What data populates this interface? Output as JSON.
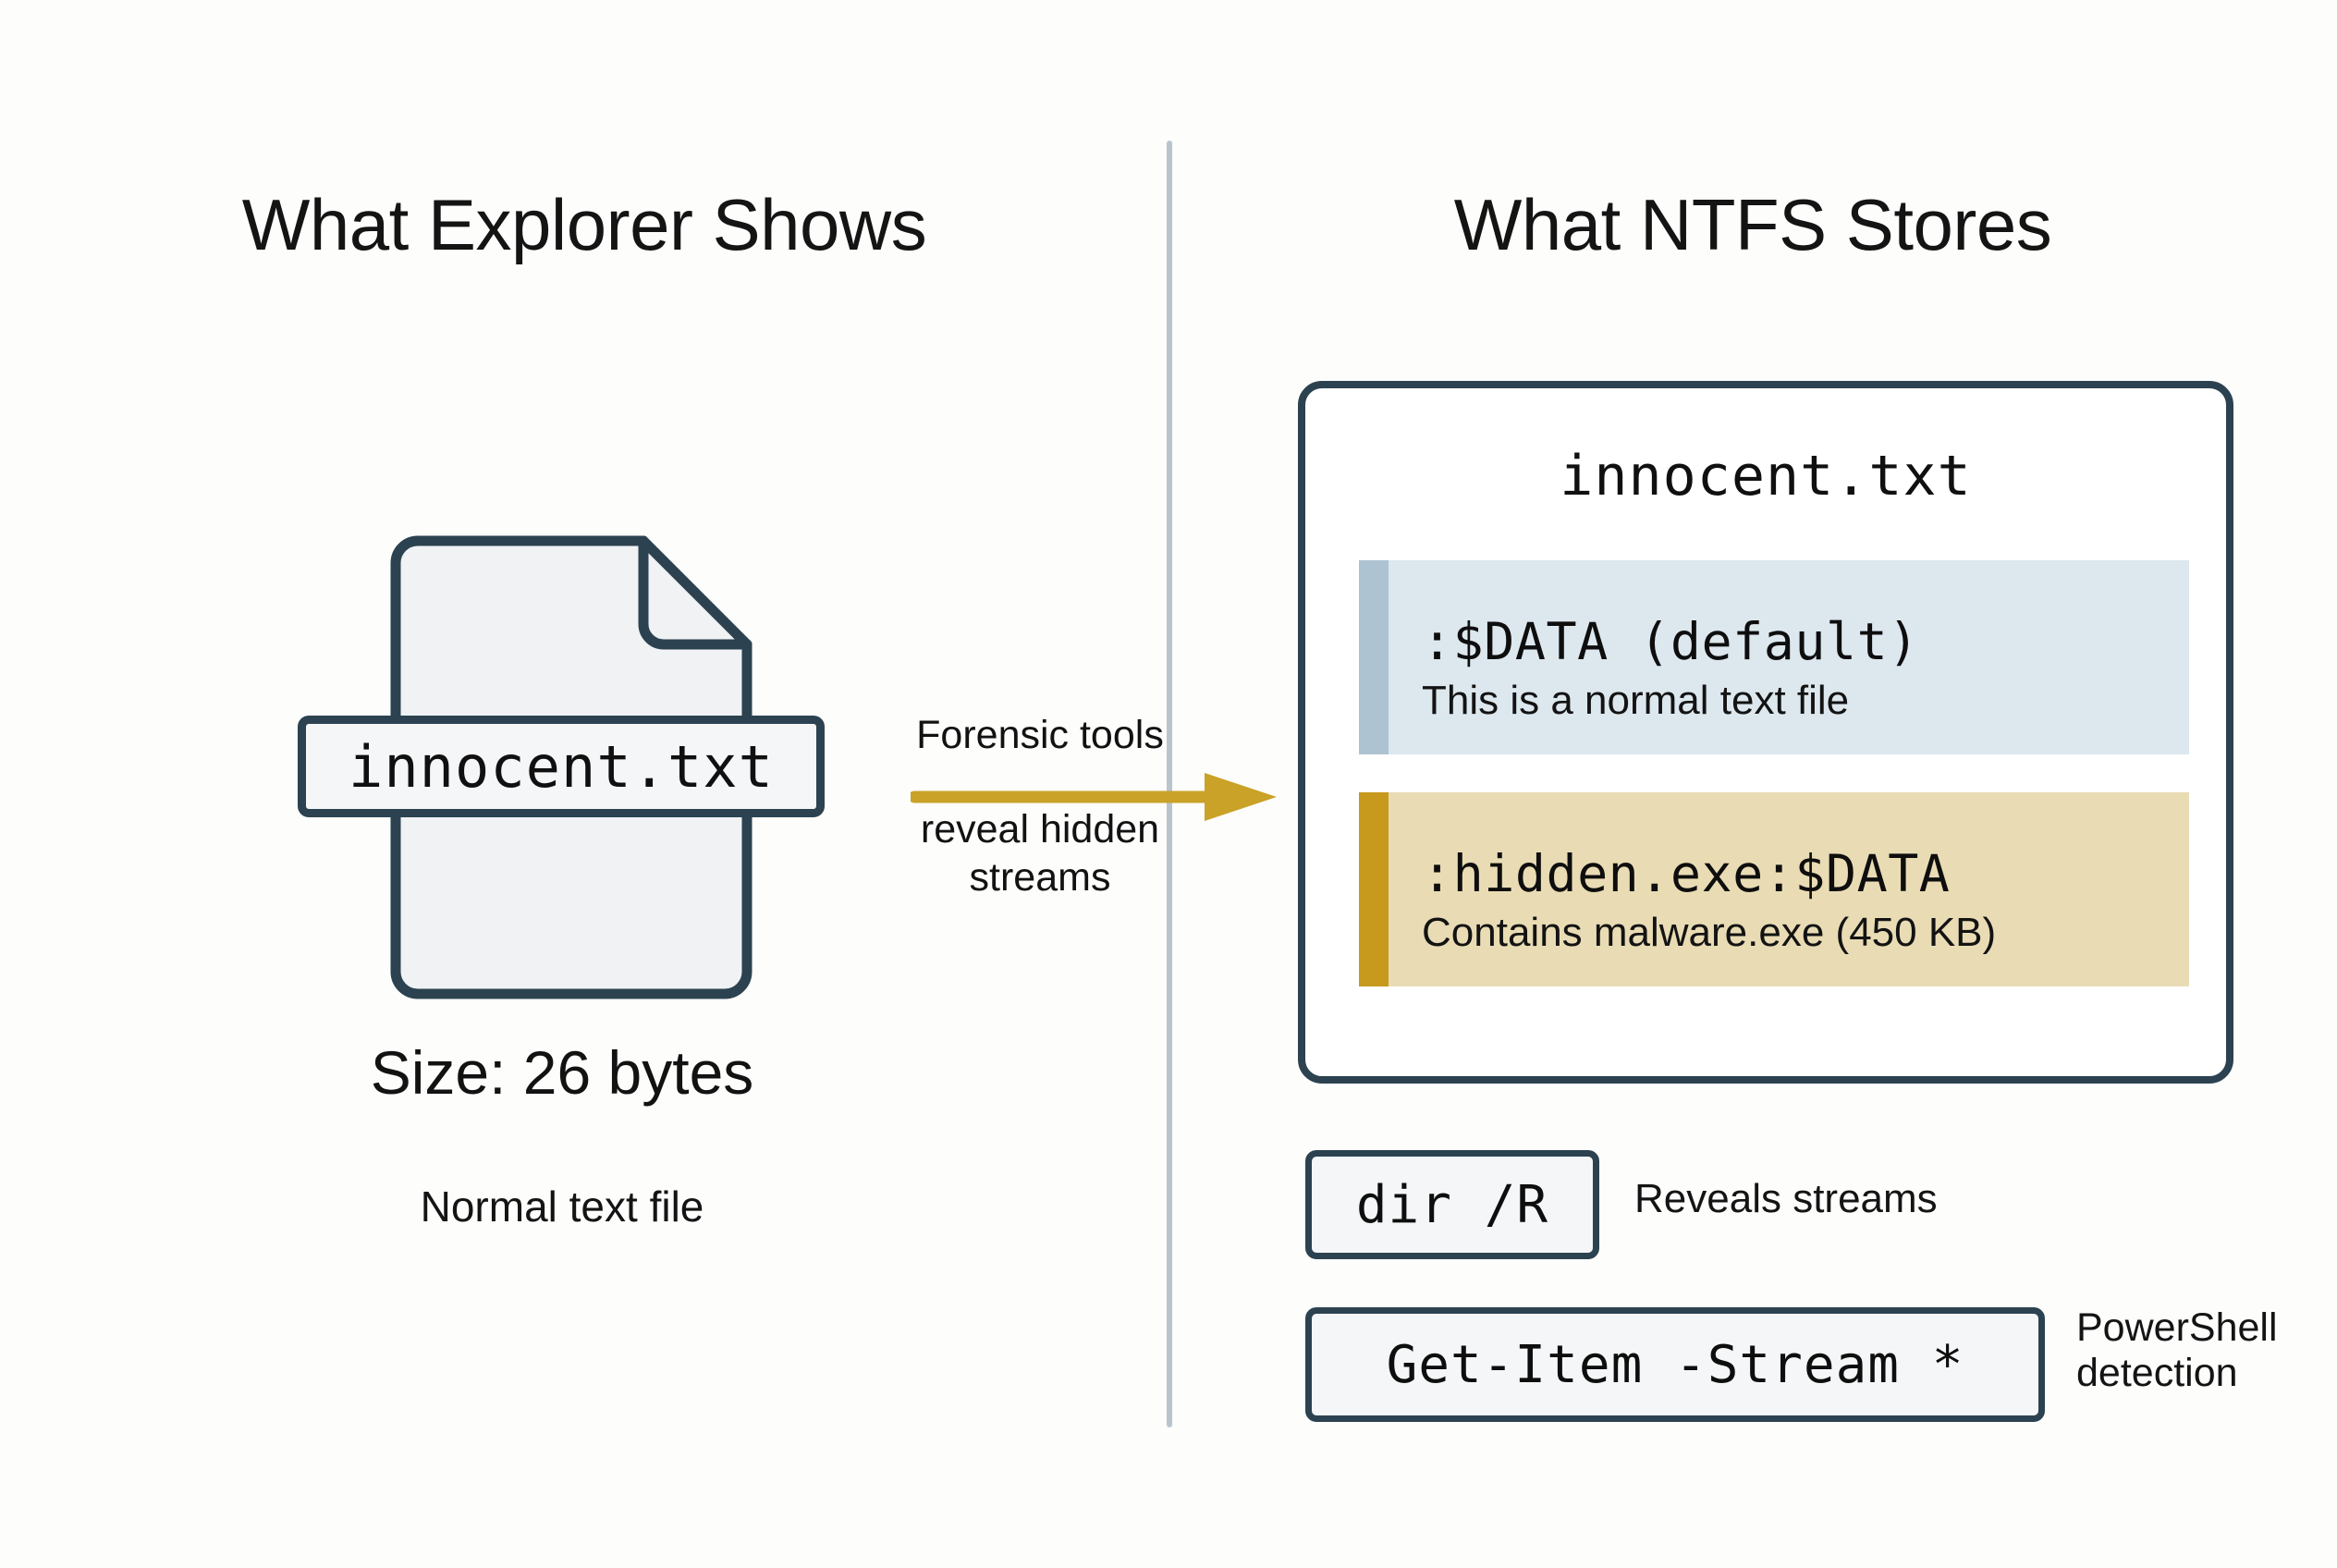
{
  "panels": {
    "left_title": "What Explorer Shows",
    "right_title": "What NTFS Stores"
  },
  "explorer": {
    "file_label": "innocent.txt",
    "size_text": "Size: 26 bytes",
    "caption": "Normal text file",
    "icon_name": "text-file-icon"
  },
  "arrow": {
    "label_top": "Forensic tools",
    "label_bottom_line1": "reveal hidden",
    "label_bottom_line2": "streams",
    "color": "#c9a227"
  },
  "ntfs": {
    "filename": "innocent.txt",
    "streams": [
      {
        "name": ":$DATA (default)",
        "description": "This is a normal text file",
        "background": "#dde7ee",
        "accent": "#aec3d1"
      },
      {
        "name": ":hidden.exe:$DATA",
        "description": "Contains malware.exe (450 KB)",
        "background": "#e9dcb4",
        "accent": "#c79a1e"
      }
    ]
  },
  "commands": [
    {
      "command": "dir /R",
      "note_line1": "Reveals streams",
      "note_line2": ""
    },
    {
      "command": "Get-Item -Stream *",
      "note_line1": "PowerShell",
      "note_line2": "detection"
    }
  ],
  "theme": {
    "outline": "#2c4250",
    "divider": "#b9c5cd",
    "page_background": "#fdfdfc"
  }
}
